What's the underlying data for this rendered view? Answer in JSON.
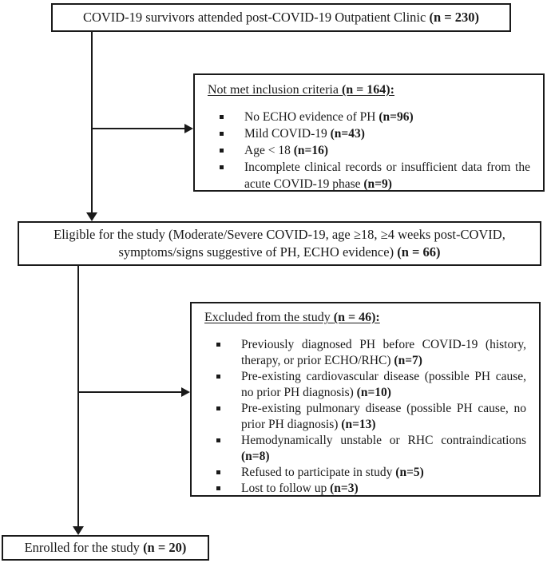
{
  "colors": {
    "line": "#1a1a1a",
    "text": "#1a1a1a",
    "background": "#ffffff"
  },
  "flow": {
    "top_box": {
      "text": "COVID-19 survivors attended post-COVID-19 Outpatient Clinic ",
      "n": "(n = 230)"
    },
    "exclusion1": {
      "header": {
        "text": "Not met inclusion criteria ",
        "n": "(n = 164):"
      },
      "items": [
        {
          "text": "No ECHO evidence of PH ",
          "n": "(n=96)"
        },
        {
          "text": "Mild COVID-19 ",
          "n": "(n=43)"
        },
        {
          "text": "Age < 18 ",
          "n": "(n=16)"
        },
        {
          "text": "Incomplete clinical records or insufficient data from the acute COVID-19 phase ",
          "n": "(n=9)"
        }
      ]
    },
    "eligible_box": {
      "line1": "Eligible for the study (Moderate/Severe COVID-19, age ≥18, ≥4 weeks post-COVID,",
      "line2": "symptoms/signs suggestive of PH, ECHO evidence) ",
      "n": "(n = 66)"
    },
    "exclusion2": {
      "header": {
        "text": "Excluded from the study ",
        "n": "(n = 46):"
      },
      "items": [
        {
          "text": "Previously diagnosed PH before COVID-19 (history, therapy, or prior ECHO/RHC) ",
          "n": "(n=7)"
        },
        {
          "text": "Pre-existing cardiovascular disease (possible PH cause, no prior PH diagnosis) ",
          "n": "(n=10)"
        },
        {
          "text": "Pre-existing pulmonary disease (possible PH cause, no prior PH diagnosis) ",
          "n": "(n=13)"
        },
        {
          "text": "Hemodynamically unstable or RHC contraindications ",
          "n": "(n=8)"
        },
        {
          "text": "Refused to participate in study ",
          "n": "(n=5)"
        },
        {
          "text": "Lost to follow up ",
          "n": "(n=3)"
        }
      ]
    },
    "enrolled_box": {
      "text": "Enrolled for the study ",
      "n": "(n = 20)"
    }
  }
}
